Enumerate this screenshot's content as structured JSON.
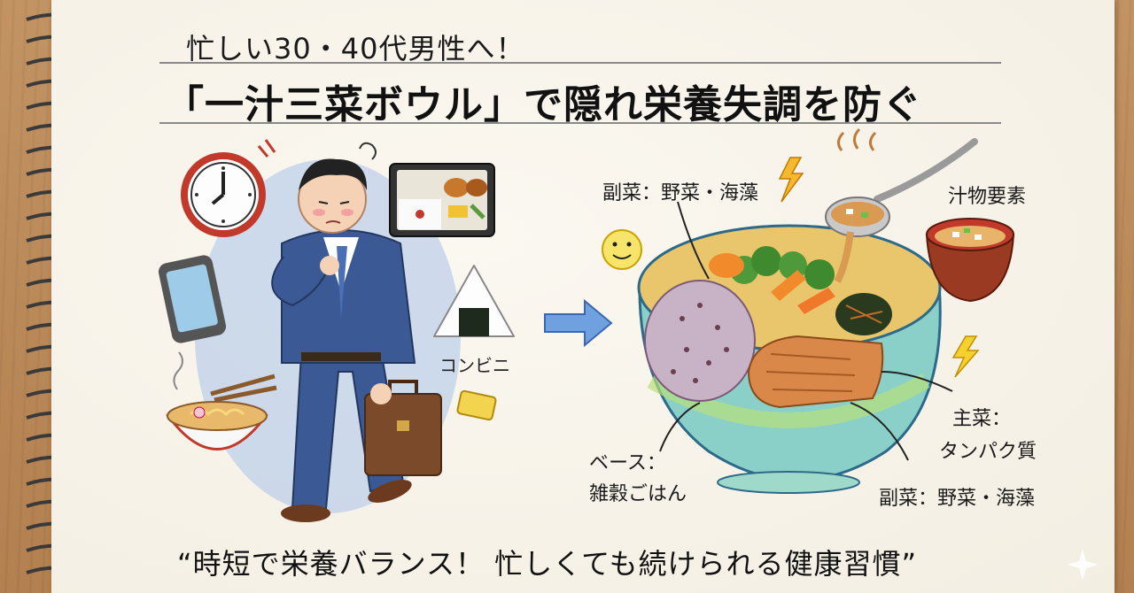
{
  "headline": {
    "line1": "忙しい30・40代男性へ！",
    "line2": "「一汁三菜ボウル」で隠れ栄養失調を防ぐ"
  },
  "left_scene": {
    "konbini_label": "コンビニ"
  },
  "bowl_labels": {
    "side_top": "副菜：野菜・海藻",
    "soup": "汁物要素",
    "main_line1": "主菜：",
    "main_line2": "タンパク質",
    "base_line1": "ベース：",
    "base_line2": "雑穀ごはん",
    "side_bottom": "副菜：野菜・海藻"
  },
  "footer": {
    "tagline": "“時短で栄養バランス！ 忙しくても続けられる健康習慣”"
  },
  "colors": {
    "paper": "#f7f3ea",
    "desk": "#b98a5a",
    "suit": "#3b5a95",
    "bowl": "#7fc7d6",
    "arrow": "#4a78c8"
  },
  "icons": [
    "clock-icon",
    "smartphone-icon",
    "bento-icon",
    "onigiri-icon",
    "ramen-icon",
    "briefcase-icon",
    "smiley-icon",
    "lightning-icon",
    "miso-soup-icon",
    "ladle-icon",
    "arrow-right-icon"
  ]
}
